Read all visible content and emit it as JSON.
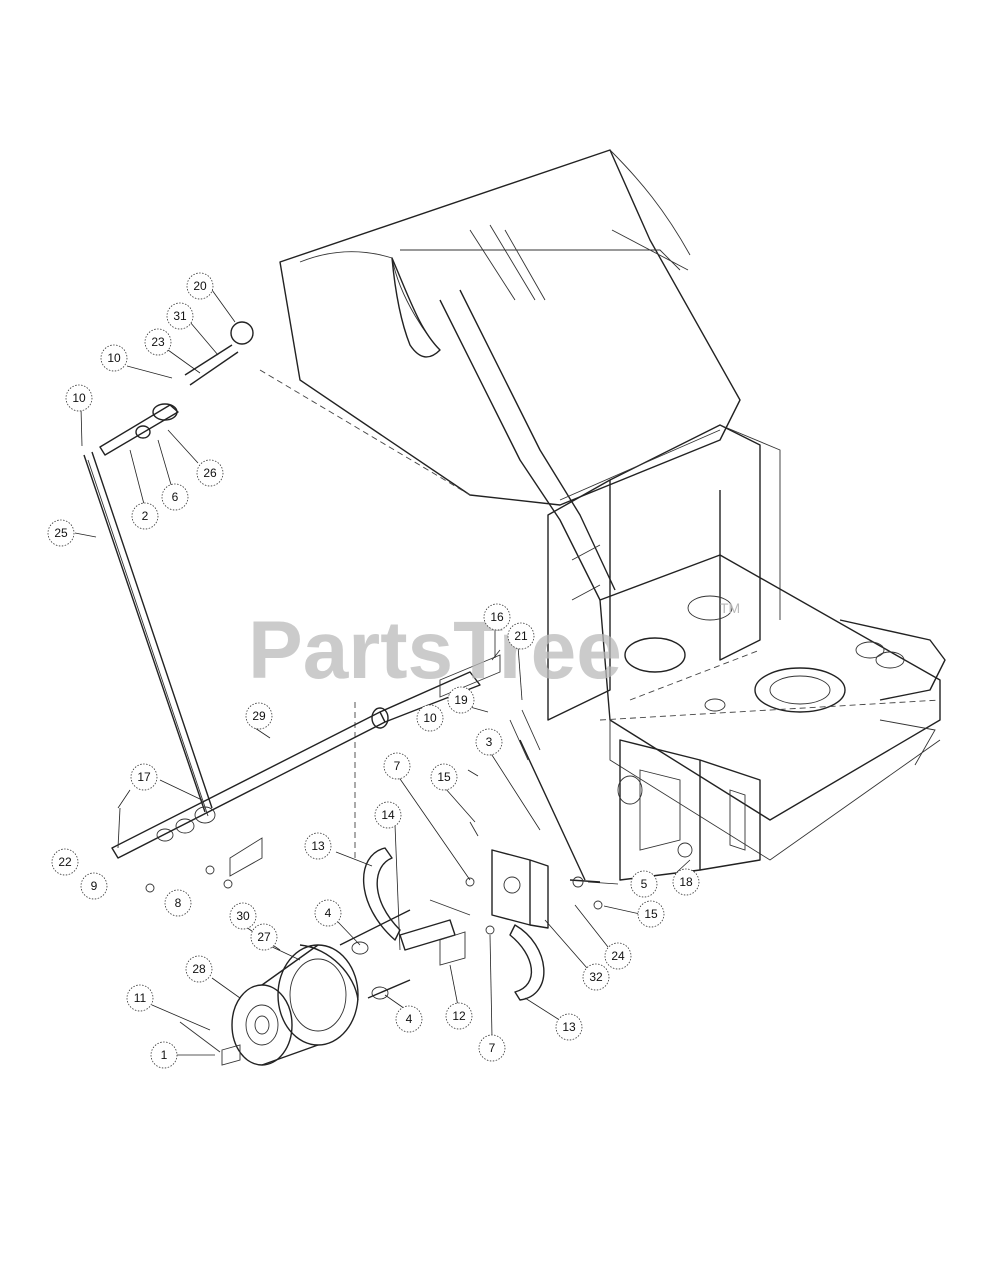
{
  "watermark": {
    "text": "PartsTree",
    "trademark": "TM"
  },
  "callouts": [
    {
      "label": "20"
    },
    {
      "label": "31"
    },
    {
      "label": "23"
    },
    {
      "label": "10"
    },
    {
      "label": "10"
    },
    {
      "label": "26"
    },
    {
      "label": "6"
    },
    {
      "label": "2"
    },
    {
      "label": "25"
    },
    {
      "label": "16"
    },
    {
      "label": "21"
    },
    {
      "label": "19"
    },
    {
      "label": "10"
    },
    {
      "label": "29"
    },
    {
      "label": "3"
    },
    {
      "label": "7"
    },
    {
      "label": "15"
    },
    {
      "label": "17"
    },
    {
      "label": "14"
    },
    {
      "label": "13"
    },
    {
      "label": "22"
    },
    {
      "label": "9"
    },
    {
      "label": "8"
    },
    {
      "label": "5"
    },
    {
      "label": "18"
    },
    {
      "label": "15"
    },
    {
      "label": "30"
    },
    {
      "label": "4"
    },
    {
      "label": "27"
    },
    {
      "label": "24"
    },
    {
      "label": "32"
    },
    {
      "label": "28"
    },
    {
      "label": "4"
    },
    {
      "label": "12"
    },
    {
      "label": "13"
    },
    {
      "label": "11"
    },
    {
      "label": "1"
    },
    {
      "label": "7"
    }
  ]
}
